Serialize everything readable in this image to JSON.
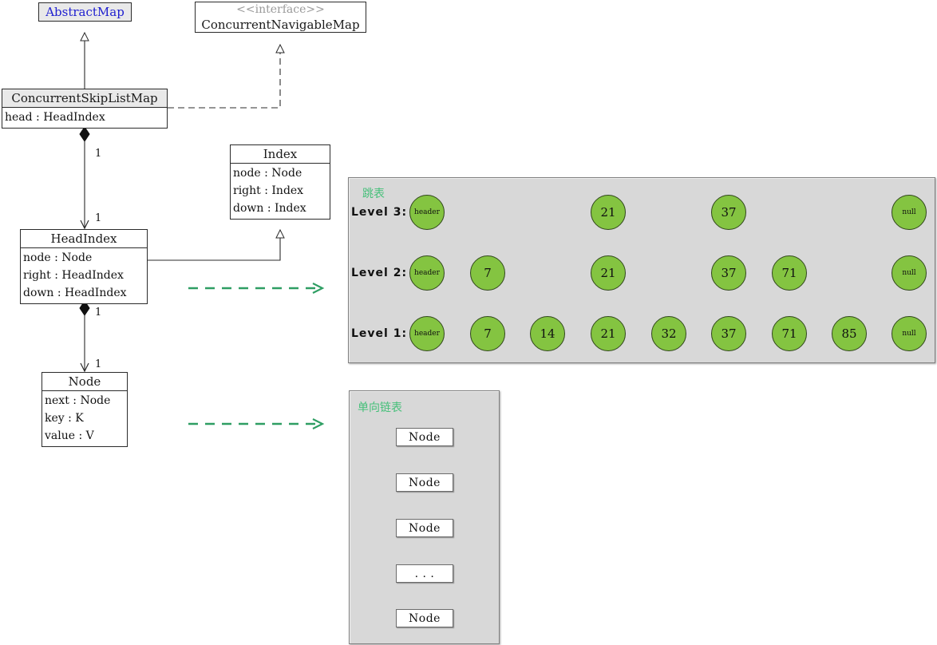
{
  "uml": {
    "classes": [
      {
        "id": "abstract-map",
        "name": "AbstractMap",
        "stereotype": null,
        "attrs": []
      },
      {
        "id": "concurrent-navigable-map",
        "name": "ConcurrentNavigableMap",
        "stereotype": "« interface »",
        "stereotype_text": "<<interface>>",
        "attrs": []
      },
      {
        "id": "concurrent-skip-list-map",
        "name": "ConcurrentSkipListMap",
        "stereotype": null,
        "attrs": [
          "head : HeadIndex"
        ]
      },
      {
        "id": "index",
        "name": "Index",
        "stereotype": null,
        "attrs": [
          "node : Node",
          "right : Index",
          "down : Index"
        ]
      },
      {
        "id": "head-index",
        "name": "HeadIndex",
        "stereotype": null,
        "attrs": [
          "node : Node",
          "right : HeadIndex",
          "down : HeadIndex"
        ]
      },
      {
        "id": "node",
        "name": "Node",
        "stereotype": null,
        "attrs": [
          "next : Node",
          "key : K",
          "value : V"
        ]
      }
    ],
    "multiplicities": [
      "1",
      "1",
      "1",
      "1"
    ],
    "colors": {
      "class_title_link": "#2020d0",
      "stereotype": "#9a9a9a",
      "edge": "#2b2b2b",
      "realize_note": "#2e9e63"
    }
  },
  "skiplist_panel": {
    "title": "跳表",
    "levels": [
      {
        "label": "Level 3:",
        "nodes": [
          "header",
          "21",
          "37",
          "null"
        ]
      },
      {
        "label": "Level 2:",
        "nodes": [
          "header",
          "7",
          "21",
          "37",
          "71",
          "null"
        ]
      },
      {
        "label": "Level 1:",
        "nodes": [
          "header",
          "7",
          "14",
          "21",
          "32",
          "37",
          "71",
          "85",
          "null"
        ]
      }
    ],
    "colors": {
      "panel_bg": "#d8d8d8",
      "node_fill": "#84c441",
      "node_stroke": "#31471c",
      "right_arrow": "#1f77b4",
      "down_arrow": "#2e9e63",
      "title": "#46c07a"
    }
  },
  "linkedlist_panel": {
    "title": "单向链表",
    "nodes": [
      "Node",
      "Node",
      "Node",
      ". . .",
      "Node"
    ],
    "colors": {
      "panel_bg": "#d8d8d8",
      "node_bg": "#ffffff",
      "arrow": "#3a3a3a",
      "title": "#46c07a"
    }
  }
}
